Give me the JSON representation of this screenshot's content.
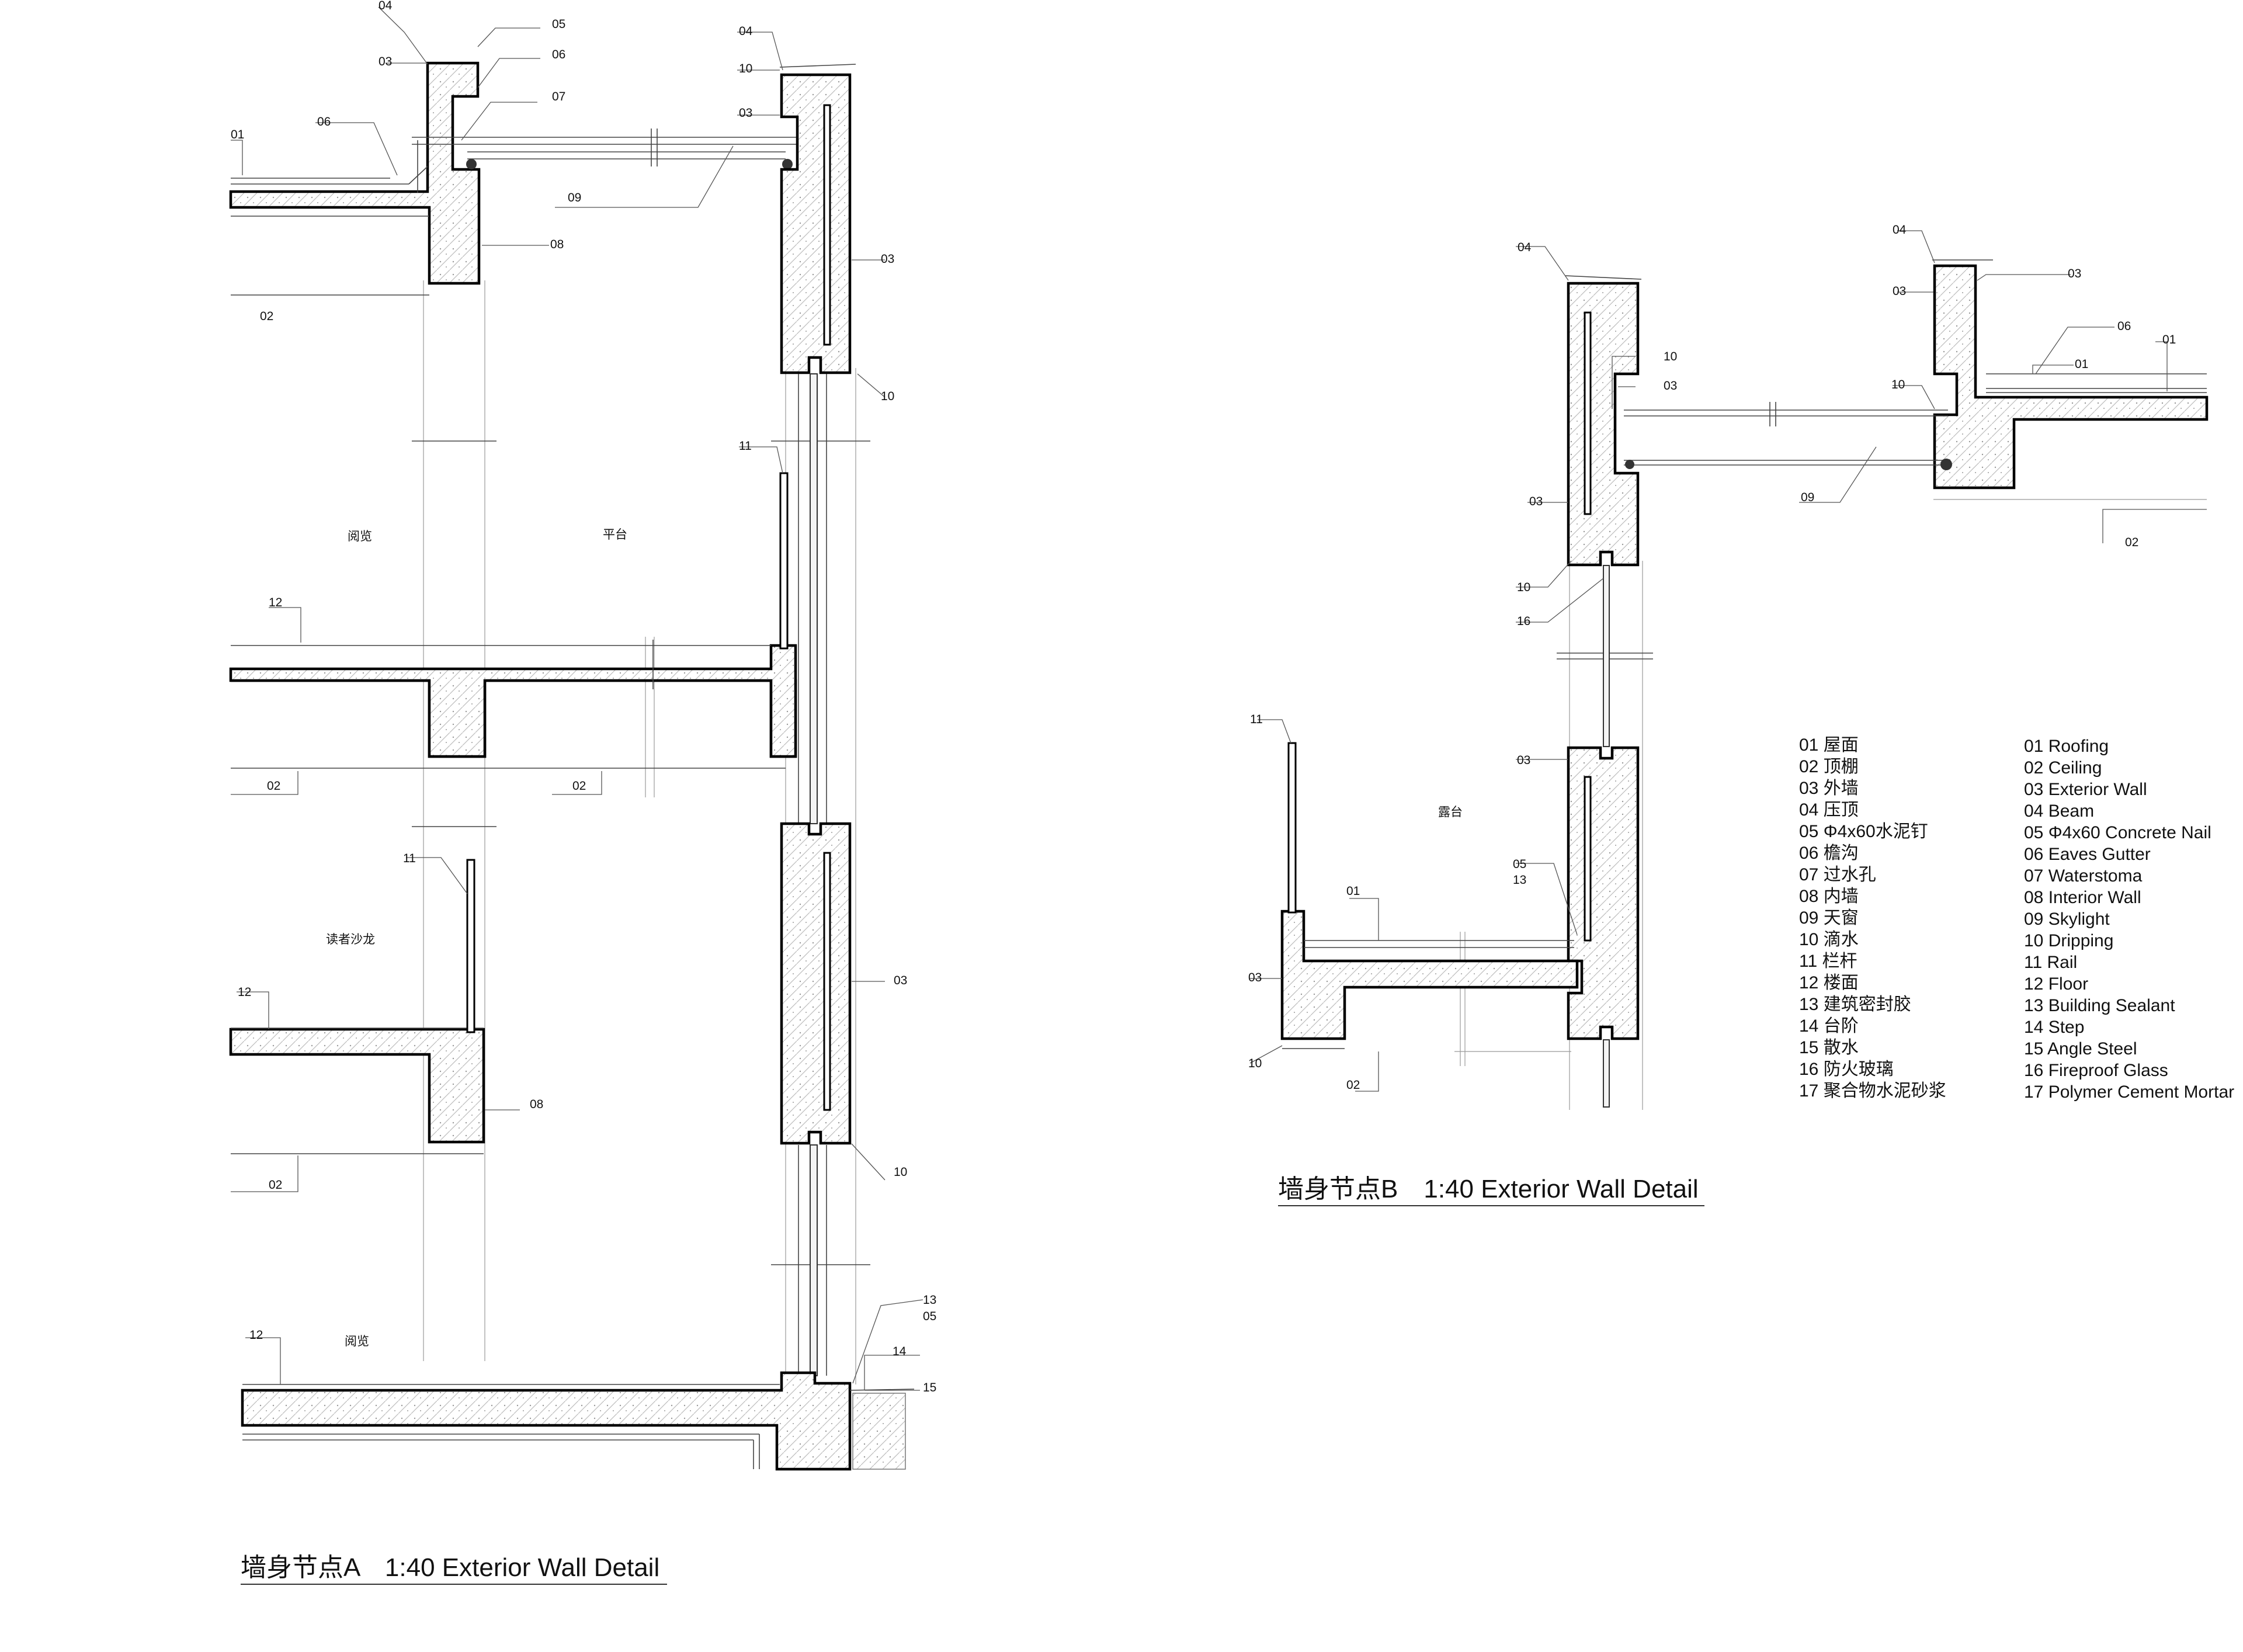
{
  "detail_a": {
    "caption": "墙身节点A　1:40 Exterior Wall Detail",
    "rooms": {
      "reading_top": "阅览",
      "terrace": "平台",
      "salon": "读者沙龙",
      "reading_bottom": "阅览"
    },
    "tags": {
      "t04a": "04",
      "t05a": "05",
      "t03a": "03",
      "t06a": "06",
      "t07a": "07",
      "t01a": "01",
      "t06b": "06",
      "t04b": "04",
      "t10a": "10",
      "t03b": "03",
      "t09a": "09",
      "t08a": "08",
      "t03c": "03",
      "t02a": "02",
      "t10b": "10",
      "t11a": "11",
      "t12a": "12",
      "t02b": "02",
      "t02c": "02",
      "t11b": "11",
      "t12b": "12",
      "t03d": "03",
      "t08b": "08",
      "t02d": "02",
      "t10c": "10",
      "t13a": "13",
      "t05b": "05",
      "t12c": "12",
      "t14a": "14",
      "t15a": "15"
    }
  },
  "detail_b": {
    "caption": "墙身节点B　1:40 Exterior Wall Detail",
    "rooms": {
      "terrace": "露台"
    },
    "tags": {
      "u04a": "04",
      "u04b": "04",
      "u03a": "03",
      "u03b": "03",
      "u06a": "06",
      "u01a": "01",
      "u01b": "01",
      "u10a": "10",
      "u03c": "03",
      "u10b": "10",
      "u09a": "09",
      "u03d": "03",
      "u02a": "02",
      "u10c": "10",
      "u16a": "16",
      "u11a": "11",
      "u03e": "03",
      "u05a": "05",
      "u13a": "13",
      "u01c": "01",
      "u03f": "03",
      "u10d": "10",
      "u02b": "02"
    }
  },
  "legend": [
    {
      "zh": "01 屋面",
      "en": "01 Roofing"
    },
    {
      "zh": "02 顶棚",
      "en": "02 Ceiling"
    },
    {
      "zh": "03 外墙",
      "en": "03 Exterior Wall"
    },
    {
      "zh": "04 压顶",
      "en": "04 Beam"
    },
    {
      "zh": "05 Φ4x60水泥钉",
      "en": "05 Φ4x60 Concrete Nail"
    },
    {
      "zh": "06 檐沟",
      "en": "06 Eaves Gutter"
    },
    {
      "zh": "07 过水孔",
      "en": "07 Waterstoma"
    },
    {
      "zh": "08 内墙",
      "en": "08 Interior Wall"
    },
    {
      "zh": "09 天窗",
      "en": "09 Skylight"
    },
    {
      "zh": "10 滴水",
      "en": "10 Dripping"
    },
    {
      "zh": "11 栏杆",
      "en": "11 Rail"
    },
    {
      "zh": "12 楼面",
      "en": "12 Floor"
    },
    {
      "zh": "13 建筑密封胶",
      "en": "13 Building Sealant"
    },
    {
      "zh": "14 台阶",
      "en": "14 Step"
    },
    {
      "zh": "15 散水",
      "en": "15 Angle Steel"
    },
    {
      "zh": "16 防火玻璃",
      "en": "16 Fireproof Glass"
    },
    {
      "zh": "17 聚合物水泥砂浆",
      "en": "17 Polymer Cement Mortar"
    }
  ]
}
